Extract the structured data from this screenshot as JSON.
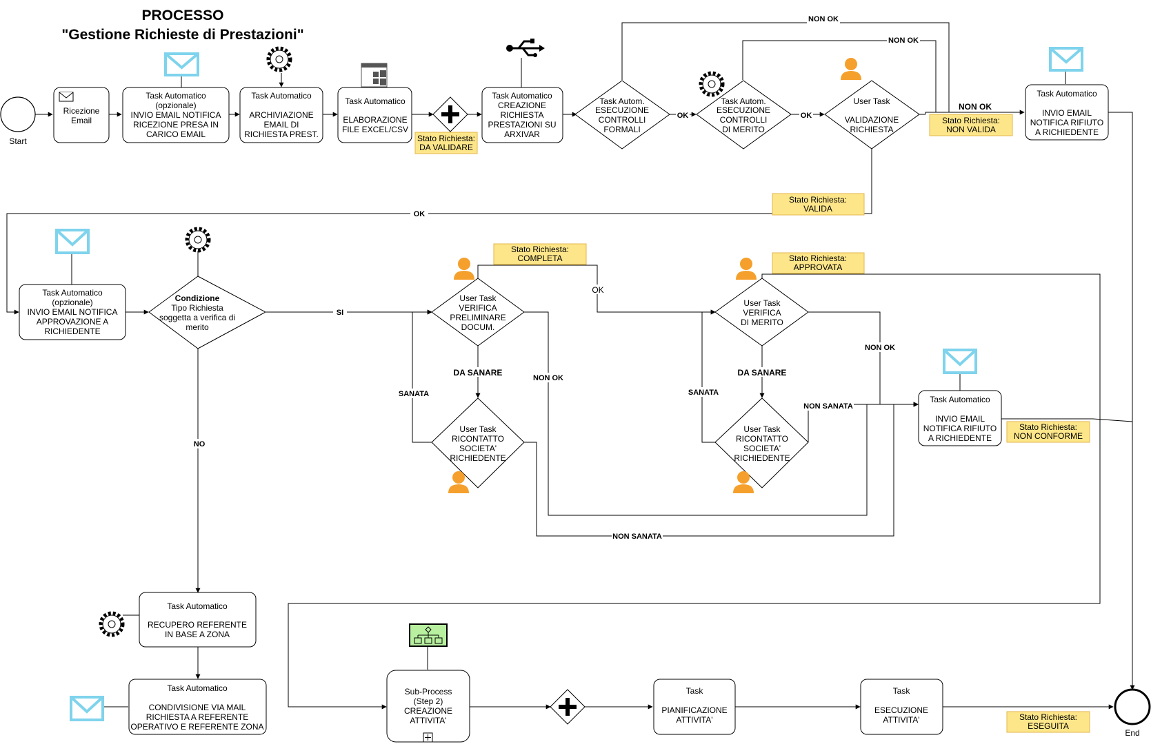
{
  "title": {
    "line1": "PROCESSO",
    "line2": "\"Gestione Richieste di Prestazioni\""
  },
  "colors": {
    "email_icon": "#7fd3ec",
    "user_icon": "#f5a02c",
    "status_fill": "#fde68a",
    "status_stroke": "#e3b64a",
    "subprocess_icon": "#b8f0a0"
  },
  "events": {
    "start": "Start",
    "end": "End"
  },
  "nodes": {
    "ricezione_email": [
      "Ricezione",
      "Email"
    ],
    "invio_email_notifica": [
      "Task Automatico",
      "(opzionale)",
      "INVIO EMAIL NOTIFICA",
      "RICEZIONE PRESA IN",
      "CARICO EMAIL"
    ],
    "archiviazione_email": [
      "Task Automatico",
      "",
      "ARCHIVIAZIONE",
      "EMAIL DI",
      "RICHIESTA PREST."
    ],
    "elaborazione_file": [
      "Task Automatico",
      "",
      "ELABORAZIONE",
      "FILE EXCEL/CSV"
    ],
    "creazione_richiesta": [
      "Task Automatico",
      "CREAZIONE",
      "RICHIESTA",
      "PRESTAZIONI SU",
      "ARXIVAR"
    ],
    "controlli_formali": [
      "Task Autom.",
      "ESECUZIONE",
      "CONTROLLI",
      "FORMALI"
    ],
    "controlli_merito": [
      "Task Autom.",
      "ESECUZIONE",
      "CONTROLLI",
      "DI MERITO"
    ],
    "validazione_richiesta": [
      "User Task",
      "",
      "VALIDAZIONE",
      "RICHIESTA"
    ],
    "notifica_rifiuto_1": [
      "Task Automatico",
      "",
      "INVIO EMAIL",
      "NOTIFICA RIFIUTO",
      "A RICHIEDENTE"
    ],
    "notifica_approvazione": [
      "Task Automatico",
      "(opzionale)",
      "INVIO EMAIL NOTIFICA",
      "APPROVAZIONE A",
      "RICHIEDENTE"
    ],
    "condizione_tipo": [
      "Condizione",
      "Tipo Richiesta",
      "soggetta a verifica di",
      "merito"
    ],
    "verifica_preliminare": [
      "User Task",
      "VERIFICA",
      "PRELIMINARE",
      "DOCUM."
    ],
    "ricontatto_1": [
      "User Task",
      "RICONTATTO",
      "SOCIETA'",
      "RICHIEDENTE"
    ],
    "verifica_merito": [
      "User Task",
      "VERIFICA",
      "DI MERITO"
    ],
    "ricontatto_2": [
      "User Task",
      "RICONTATTO",
      "SOCIETA'",
      "RICHIEDENTE"
    ],
    "notifica_rifiuto_2": [
      "Task Automatico",
      "",
      "INVIO EMAIL",
      "NOTIFICA RIFIUTO",
      "A RICHIEDENTE"
    ],
    "recupero_referente": [
      "Task Automatico",
      "",
      "RECUPERO REFERENTE",
      "IN BASE A ZONA"
    ],
    "condivisione_mail": [
      "Task Automatico",
      "",
      "CONDIVISIONE VIA MAIL",
      "RICHIESTA A REFERENTE",
      "OPERATIVO E REFERENTE ZONA"
    ],
    "sub_process": [
      "Sub-Process",
      "(Step 2)",
      "CREAZIONE",
      "ATTIVITA'"
    ],
    "pianificazione": [
      "Task",
      "",
      "PIANIFICAZIONE",
      "ATTIVITA'"
    ],
    "esecuzione_attivita": [
      "Task",
      "",
      "ESECUZIONE",
      "ATTIVITA'"
    ]
  },
  "statuses": {
    "da_validare": [
      "Stato Richiesta:",
      "DA VALIDARE"
    ],
    "non_valida": [
      "Stato Richiesta:",
      "NON VALIDA"
    ],
    "valida": [
      "Stato Richiesta:",
      "VALIDA"
    ],
    "completa": [
      "Stato Richiesta:",
      "COMPLETA"
    ],
    "approvata": [
      "Stato Richiesta:",
      "APPROVATA"
    ],
    "non_conforme": [
      "Stato Richiesta:",
      "NON CONFORME"
    ],
    "eseguita": [
      "Stato Richiesta:",
      "ESEGUITA"
    ]
  },
  "edge_labels": {
    "non_ok_top": "NON OK",
    "non_ok_mid": "NON OK",
    "non_ok_right": "NON OK",
    "ok_1": "OK",
    "ok_2": "OK",
    "ok_valida": "OK",
    "si": "SI",
    "no": "NO",
    "ok_completa": "OK",
    "da_sanare_1": "DA SANARE",
    "da_sanare_2": "DA SANARE",
    "sanata_1": "SANATA",
    "sanata_2": "SANATA",
    "non_ok_prelim": "NON OK",
    "non_ok_merito": "NON OK",
    "non_sanata_1": "NON SANATA",
    "non_sanata_2": "NON SANATA"
  }
}
